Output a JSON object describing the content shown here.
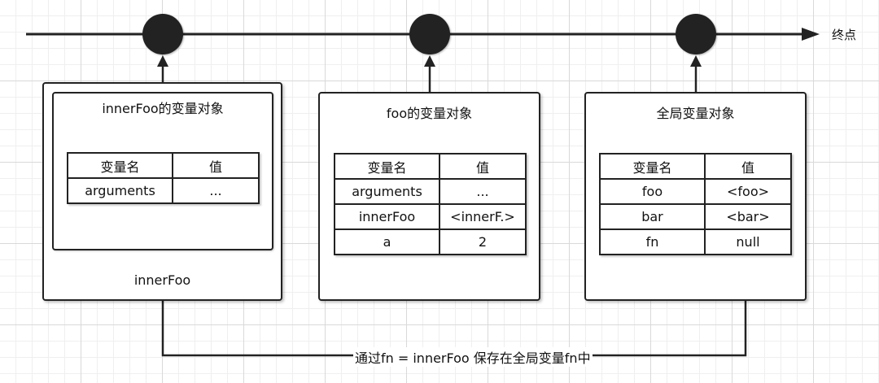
{
  "timeline": {
    "end_label": "终点"
  },
  "boxes": [
    {
      "title": "innerFoo的变量对象",
      "footer": "innerFoo",
      "header": [
        "变量名",
        "值"
      ],
      "rows": [
        [
          "arguments",
          "..."
        ]
      ]
    },
    {
      "title": "foo的变量对象",
      "header": [
        "变量名",
        "值"
      ],
      "rows": [
        [
          "arguments",
          "..."
        ],
        [
          "innerFoo",
          "<innerF.>"
        ],
        [
          "a",
          "2"
        ]
      ]
    },
    {
      "title": "全局变量对象",
      "header": [
        "变量名",
        "值"
      ],
      "rows": [
        [
          "foo",
          "<foo>"
        ],
        [
          "bar",
          "<bar>"
        ],
        [
          "fn",
          "null"
        ]
      ]
    }
  ],
  "connector": {
    "label": "通过fn = innerFoo 保存在全局变量fn中"
  }
}
